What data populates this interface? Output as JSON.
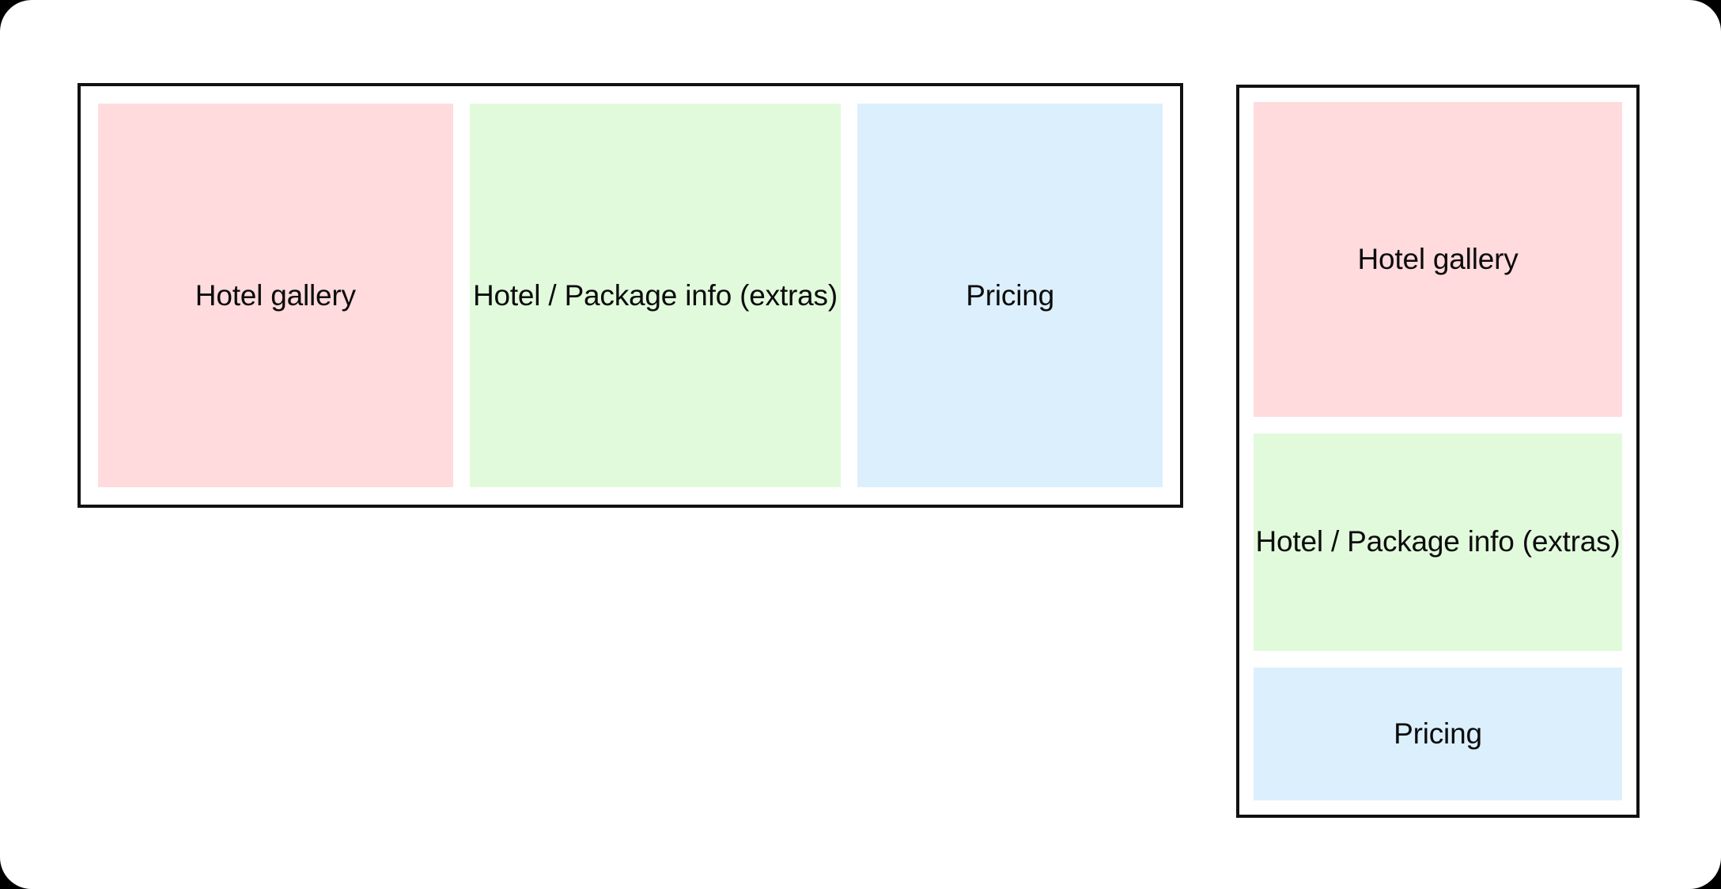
{
  "page": {
    "background_color": "#000000",
    "canvas_color": "#ffffff"
  },
  "colors": {
    "gallery_fill": "#ffdbdd",
    "info_fill": "#e2fadc",
    "pricing_fill": "#dceffd",
    "frame_border": "#111111",
    "label_text": "#0b0b0c"
  },
  "desktop_layout": {
    "sections": [
      {
        "id": "gallery",
        "label": "Hotel gallery"
      },
      {
        "id": "info",
        "label": "Hotel / Package info (extras)"
      },
      {
        "id": "pricing",
        "label": "Pricing"
      }
    ]
  },
  "mobile_layout": {
    "sections": [
      {
        "id": "gallery",
        "label": "Hotel gallery"
      },
      {
        "id": "info",
        "label": "Hotel / Package info (extras)"
      },
      {
        "id": "pricing",
        "label": "Pricing"
      }
    ]
  }
}
